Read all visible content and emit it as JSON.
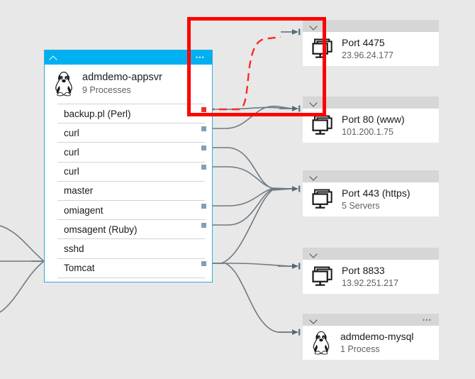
{
  "canvas": {
    "background": "#e8e8e8",
    "accent_blue": "#00b0f0",
    "highlight_color": "#fe0000",
    "wire_color": "#6e7b82",
    "red_wire_color": "#fb2b22"
  },
  "machine_panel": {
    "titlebar": {
      "collapse_icon": "chevron-up-icon",
      "menu_icon": "ellipsis-icon"
    },
    "icon": "linux-penguin-icon",
    "name": "admdemo-appsvr",
    "process_count_label": "9 Processes",
    "processes": [
      {
        "name": "backup.pl (Perl)",
        "connector": "red"
      },
      {
        "name": "curl",
        "connector": "gray"
      },
      {
        "name": "curl",
        "connector": "gray"
      },
      {
        "name": "curl",
        "connector": "gray"
      },
      {
        "name": "master",
        "connector": "none"
      },
      {
        "name": "omiagent",
        "connector": "gray"
      },
      {
        "name": "omsagent (Ruby)",
        "connector": "gray"
      },
      {
        "name": "sshd",
        "connector": "none"
      },
      {
        "name": "Tomcat",
        "connector": "gray"
      }
    ]
  },
  "nodes": [
    {
      "id": "port-4475",
      "icon": "server-stack-icon",
      "title": "Port 4475",
      "subtitle": "23.96.24.177",
      "collapse_icon": "chevron-down-icon",
      "has_menu": false
    },
    {
      "id": "port-80",
      "icon": "server-stack-icon",
      "title": "Port 80 (www)",
      "subtitle": "101.200.1.75",
      "collapse_icon": "chevron-down-icon",
      "has_menu": false
    },
    {
      "id": "port-443",
      "icon": "server-stack-icon",
      "title": "Port 443 (https)",
      "subtitle": "5 Servers",
      "collapse_icon": "chevron-down-icon",
      "has_menu": false
    },
    {
      "id": "port-8833",
      "icon": "server-stack-icon",
      "title": "Port 8833",
      "subtitle": "13.92.251.217",
      "collapse_icon": "chevron-down-icon",
      "has_menu": false
    },
    {
      "id": "admdemo-mysql",
      "icon": "linux-penguin-icon",
      "title": "admdemo-mysql",
      "subtitle": "1 Process",
      "collapse_icon": "chevron-down-icon",
      "menu_icon": "ellipsis-icon",
      "has_menu": true
    }
  ],
  "highlight": {
    "label": "selected-connection-highlight",
    "description": "red rectangle around backup.pl to Port 4475 connection"
  }
}
